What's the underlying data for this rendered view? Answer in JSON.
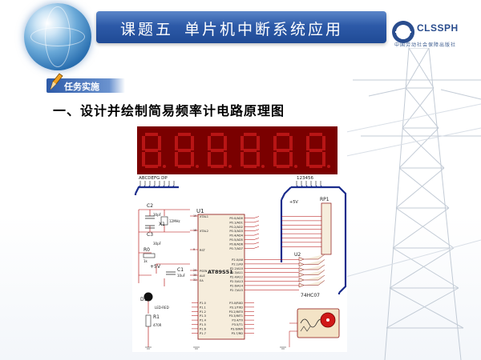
{
  "header": {
    "lesson": "课题五",
    "topic": "单片机中断系统应用"
  },
  "logo": {
    "brand": "CLSSPH",
    "tagline": "中国劳动社会保障出版社"
  },
  "task_tag": "任务实施",
  "section_title": "一、设计并绘制简易频率计电路原理图",
  "circuit": {
    "segment_labels": "ABCDEFG DP",
    "digit_labels": "123456",
    "mcu": "U1",
    "mcu_model": "AT89S51",
    "buffer": "U2",
    "buffer_model": "74HC07",
    "resistor_pack": "RP1",
    "vcc": "+5V",
    "vcc2": "+5V",
    "components": {
      "c2": "C2",
      "c2_val": "30pF",
      "c3": "C3",
      "c3_val": "30pF",
      "x1": "X1",
      "x1_val": "12MHz",
      "r0": "R0",
      "r0_val": "1k",
      "c1": "C1",
      "c1_val": "10uF",
      "d1": "D1",
      "d1_val": "LED-RED",
      "r1": "R1",
      "r1_val": "470R"
    },
    "mcu_left_pins": [
      "XTAL1",
      "XTAL2",
      "RST",
      "PSEN",
      "ALE",
      "EA"
    ],
    "mcu_left_pin_numbers": [
      "19",
      "18",
      "9",
      "29",
      "30",
      "31"
    ],
    "mcu_p1_pins": [
      "P1.0",
      "P1.1",
      "P1.2",
      "P1.3",
      "P1.4",
      "P1.5",
      "P1.6",
      "P1.7"
    ],
    "mcu_p0_pins": [
      "P0.0/AD0",
      "P0.1/AD1",
      "P0.2/AD2",
      "P0.3/AD3",
      "P0.4/AD4",
      "P0.5/AD5",
      "P0.6/AD6",
      "P0.7/AD7"
    ],
    "mcu_p2_pins": [
      "P2.0/A8",
      "P2.1/A9",
      "P2.2/A10",
      "P2.3/A11",
      "P2.4/A12",
      "P2.5/A13",
      "P2.6/A14",
      "P2.7/A15"
    ],
    "mcu_p3_pins": [
      "P3.0/RXD",
      "P3.1/TXD",
      "P3.2/INT0",
      "P3.3/INT1",
      "P3.4/T0",
      "P3.5/T1",
      "P3.6/WR",
      "P3.7/RD"
    ],
    "display_digits": 6
  },
  "colors": {
    "header_bar": "#2d5aa8",
    "display_bg": "#7a0000",
    "segment_off": "#b81515",
    "bus_blue": "#1a2c8c",
    "wire_red": "#b00000",
    "chip_fill": "#f6eddc",
    "chip_stroke": "#8a1010"
  }
}
